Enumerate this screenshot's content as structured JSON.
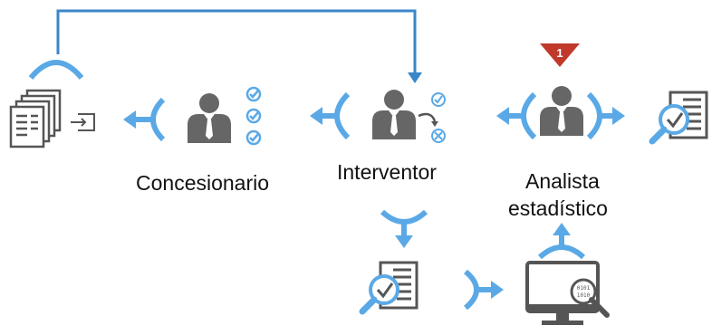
{
  "labels": {
    "concesionario": "Concesionario",
    "interventor": "Interventor",
    "analista_line1": "Analista",
    "analista_line2": "estadístico"
  },
  "badge": {
    "value": "1",
    "color": "#c0392b"
  },
  "colors": {
    "accent": "#5aa9e6",
    "person": "#666666",
    "doc": "#555555",
    "line": "#3a86c8"
  },
  "icons": [
    "documents-export-icon",
    "person-checklist-icon",
    "person-decision-icon",
    "person-analyst-icon",
    "search-document-icon",
    "computer-analysis-icon"
  ]
}
